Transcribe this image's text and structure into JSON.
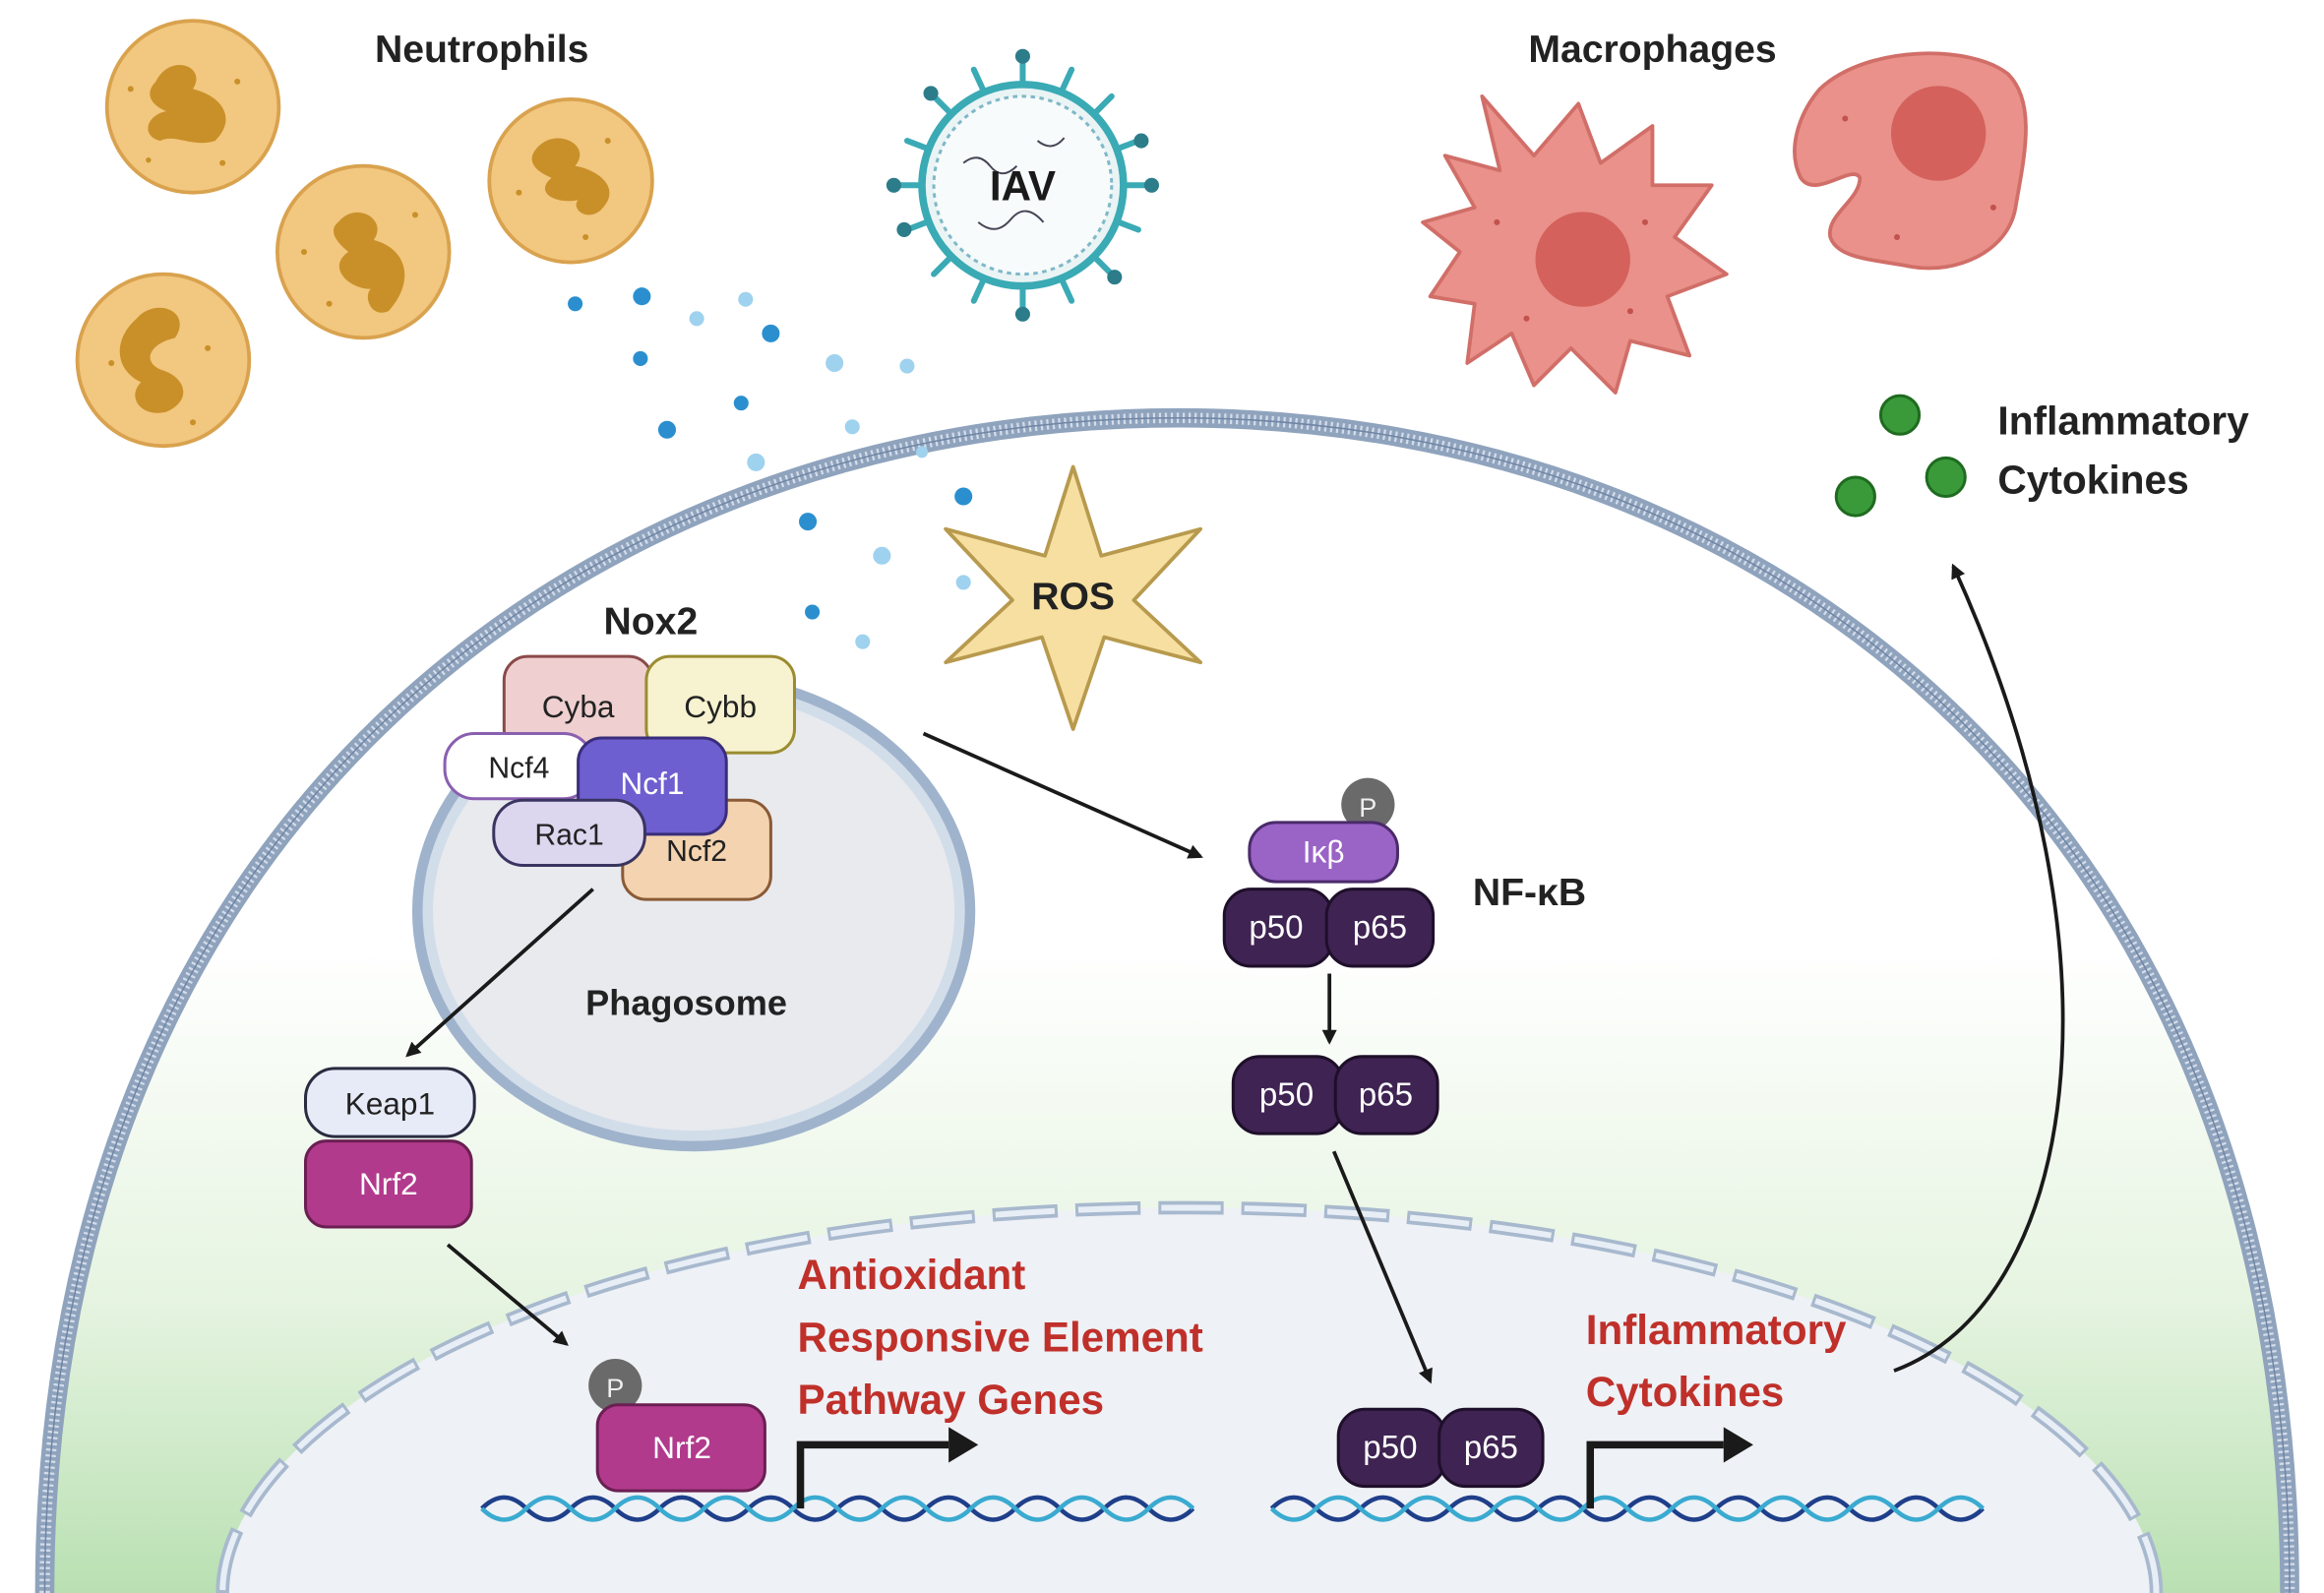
{
  "cells": {
    "neutrophils": "Neutrophils",
    "macrophages": "Macrophages",
    "virus": "IAV"
  },
  "cytokines_outside": {
    "line1": "Inflammatory",
    "line2": "Cytokines"
  },
  "ros": "ROS",
  "nox2": {
    "title": "Nox2",
    "subunits": {
      "cyba": "Cyba",
      "cybb": "Cybb",
      "ncf4": "Ncf4",
      "ncf1": "Ncf1",
      "rac1": "Rac1",
      "ncf2": "Ncf2"
    }
  },
  "phagosome": "Phagosome",
  "keap1_complex": {
    "keap1": "Keap1",
    "nrf2": "Nrf2"
  },
  "nfkb": {
    "title": "NF-κB",
    "phospho": "P",
    "ikb": "Iκβ",
    "p50": "p50",
    "p65": "p65"
  },
  "nucleus": {
    "nrf2": "Nrf2",
    "phospho": "P",
    "are_line1": "Antioxidant",
    "are_line2": "Responsive Element",
    "are_line3": "Pathway Genes",
    "p50": "p50",
    "p65": "p65",
    "cyt_line1": "Inflammatory",
    "cyt_line2": "Cytokines"
  },
  "colors": {
    "neutrophil_fill": "#f2c77f",
    "macrophage_fill": "#e9918a",
    "ros_fill": "#f6dfa0",
    "cytokine_green": "#3a9a3a",
    "nrf2_magenta": "#b23a8c",
    "nfkb_dark": "#3f2352",
    "ikb_purple": "#9a63c6",
    "red_text": "#c0302a"
  }
}
